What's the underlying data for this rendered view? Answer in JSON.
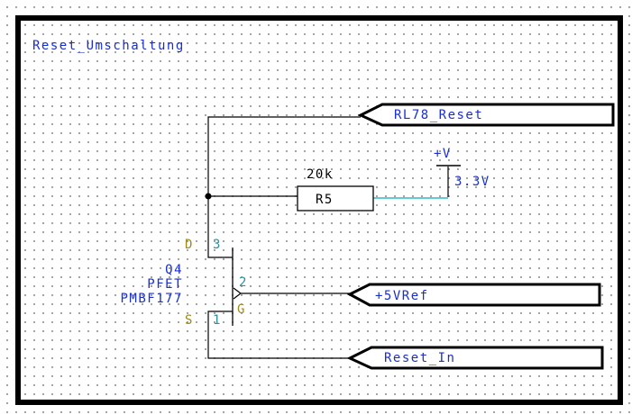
{
  "sheet": {
    "title": "Reset_Umschaltung"
  },
  "nets": {
    "rl78_reset": "RL78_Reset",
    "ref_5v": "+5VRef",
    "reset_in": "Reset_In"
  },
  "power": {
    "symbol_label": "+V",
    "voltage": "3.3V"
  },
  "resistor": {
    "value": "20k",
    "ref": "R5"
  },
  "transistor": {
    "ref": "Q4",
    "type": "PFET",
    "part": "PMBF177",
    "drain_letter": "D",
    "drain_pin": "3",
    "gate_letter": "G",
    "gate_pin": "2",
    "source_letter": "S",
    "source_pin": "1"
  },
  "colors": {
    "border": "#000000",
    "label_text": "#1a2fd0",
    "pin_number": "#2f8f9a",
    "pin_letter": "#a08a1a",
    "highlight_wire": "#2fb8c0"
  }
}
